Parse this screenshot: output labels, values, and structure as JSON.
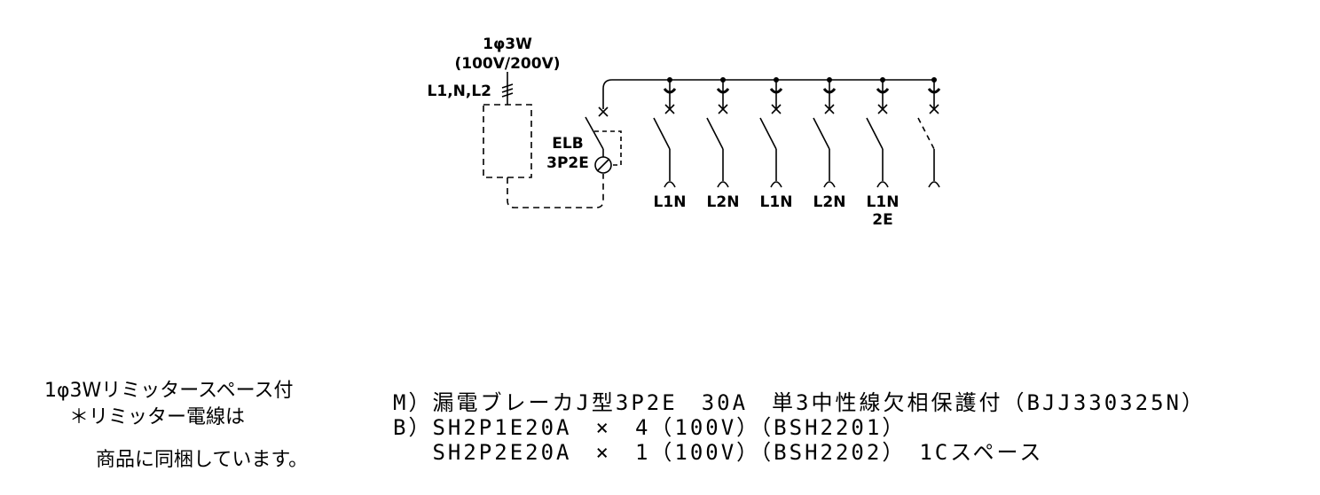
{
  "supply": {
    "phase": "1φ3W",
    "voltage": "(100V/200V)",
    "lines": "L1,N,L2"
  },
  "main_breaker": {
    "name": "ELB",
    "poles": "3P2E"
  },
  "branches": [
    {
      "label": "L1N",
      "sub": ""
    },
    {
      "label": "L2N",
      "sub": ""
    },
    {
      "label": "L1N",
      "sub": ""
    },
    {
      "label": "L2N",
      "sub": ""
    },
    {
      "label": "L1N",
      "sub": "2E"
    },
    {
      "label": "",
      "sub": ""
    }
  ],
  "notes": [
    "1φ3Wリミッタースペース付",
    "＊リミッター電線は",
    "商品に同梱しています。"
  ],
  "specs": [
    "M）漏電ブレーカJ型3P2E　30A　単3中性線欠相保護付（BJJ330325N）",
    "B）SH2P1E20A　×　4（100V）（BSH2201）",
    "　 SH2P2E20A　×　1（100V）（BSH2202）　1Cスペース"
  ]
}
